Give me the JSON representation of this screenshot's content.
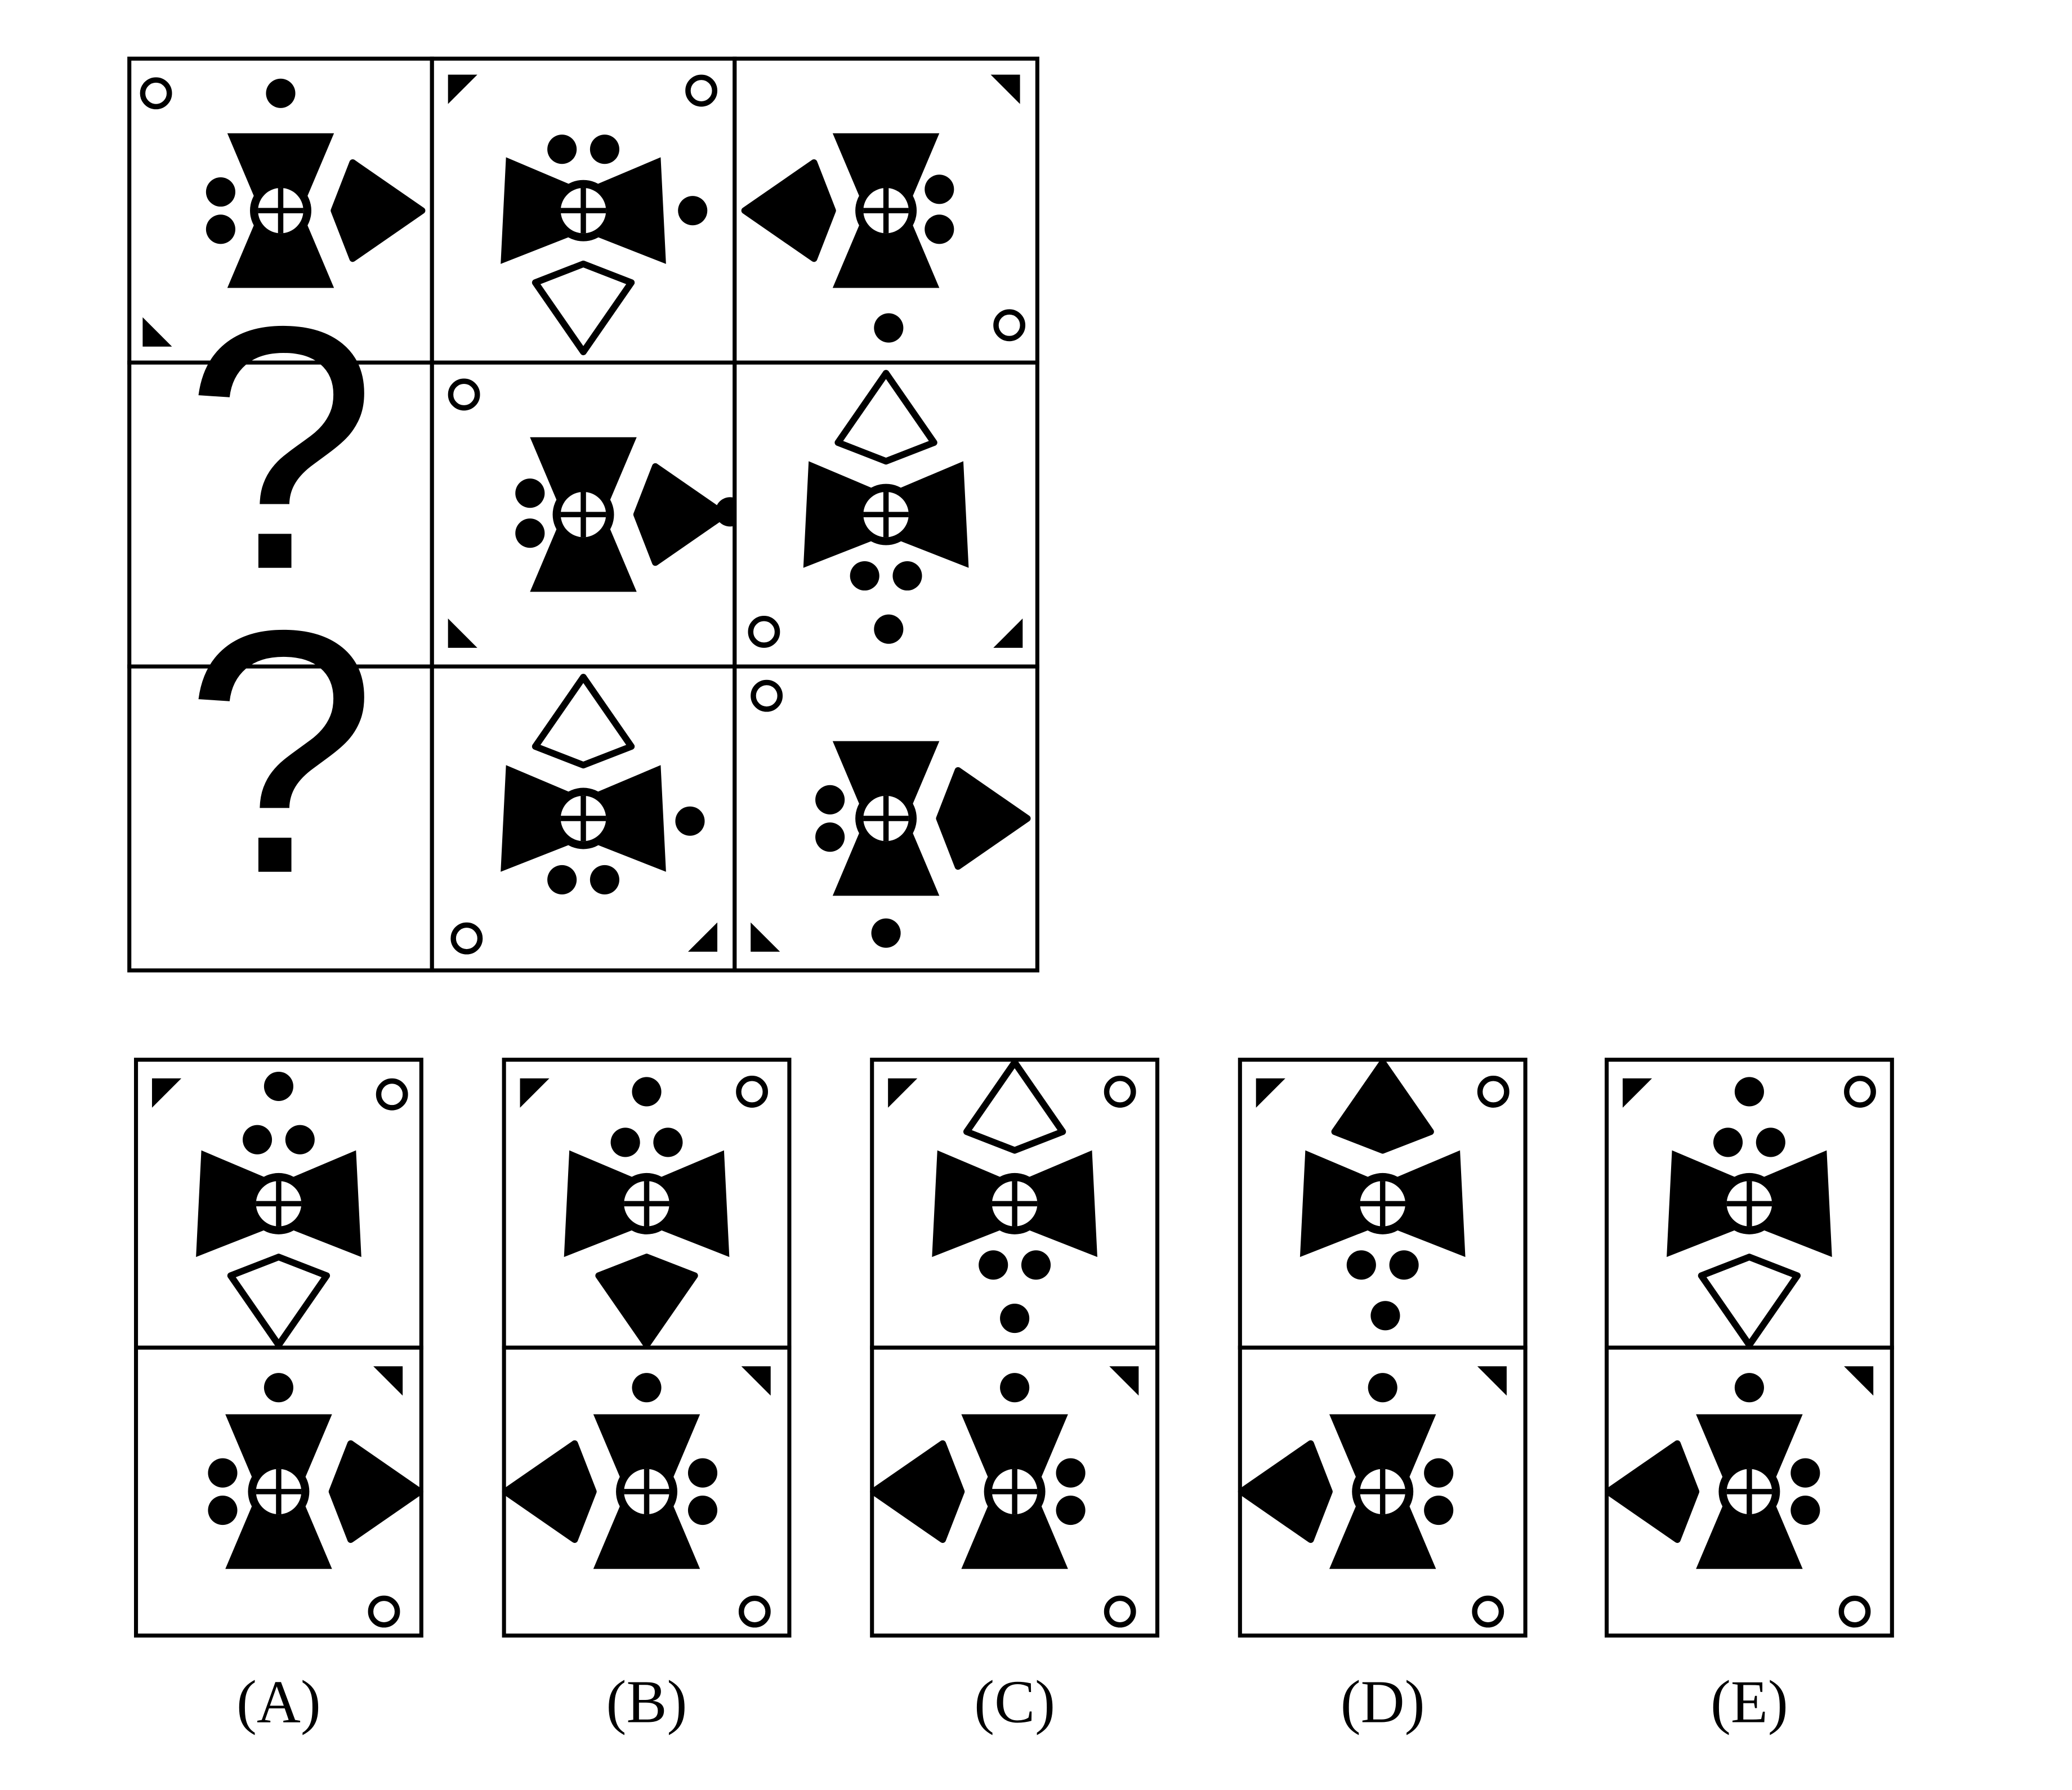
{
  "puzzle": {
    "question_mark": "?",
    "options": [
      {
        "label": "(A)"
      },
      {
        "label": "(B)"
      },
      {
        "label": "(C)"
      },
      {
        "label": "(D)"
      },
      {
        "label": "(E)"
      }
    ]
  },
  "colors": {
    "ink": "#000000",
    "paper": "#ffffff"
  },
  "icons": [
    "bowtie-cross-icon",
    "triangle-arrow-icon",
    "dot-icon",
    "ring-icon",
    "corner-triangle-icon"
  ]
}
